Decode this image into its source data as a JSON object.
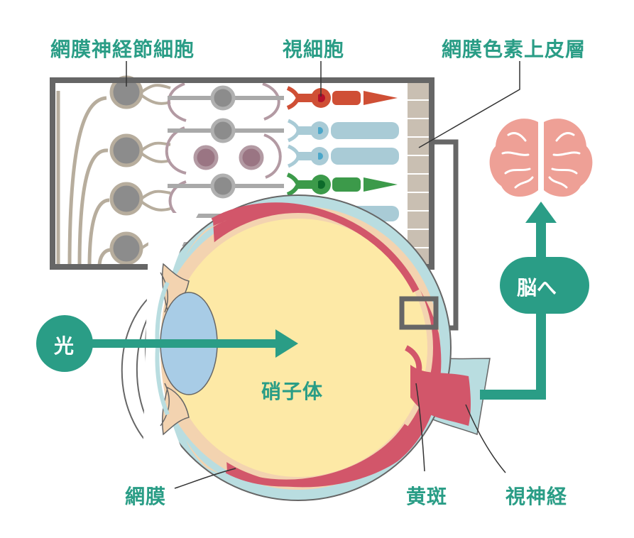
{
  "labels": {
    "ganglion": "網膜神経節細胞",
    "photoreceptor": "視細胞",
    "rpe": "網膜色素上皮層",
    "light": "光",
    "to_brain": "脳へ",
    "vitreous": "硝子体",
    "retina": "網膜",
    "macula": "黄斑",
    "optic_nerve": "視神経"
  },
  "colors": {
    "teal": "#2a9d86",
    "frame": "#666666",
    "vitreous": "#fde9a6",
    "retina_red": "#d2566a",
    "sclera": "#b9dde0",
    "lens": "#a8cce6",
    "brain": "#eea096",
    "cone_red": "#cf4f35",
    "cone_green": "#3c9a4a",
    "rod_blue": "#a9cbd6",
    "ganglion_gray": "#8c8c8c",
    "nerve_beige": "#b7ad9d",
    "bipolar_mauve": "#9a7583"
  }
}
